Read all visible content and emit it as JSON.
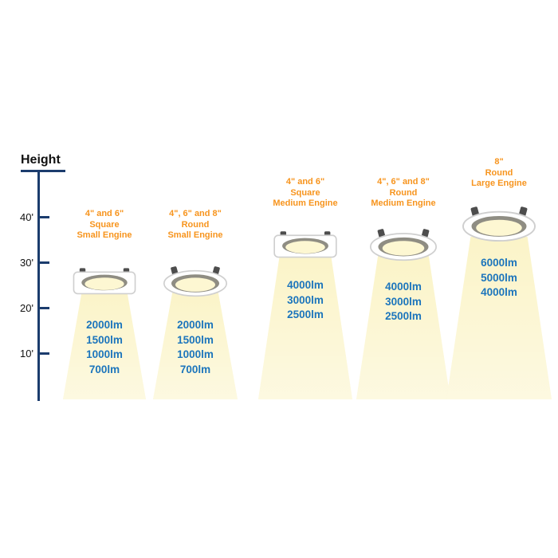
{
  "axis": {
    "title": "Height",
    "tick_labels": [
      "40'",
      "30'",
      "20'",
      "10'"
    ]
  },
  "fixtures": [
    {
      "label": [
        "4\" and 6\"",
        "Square",
        "Small Engine"
      ],
      "fixture_type": "square-downlight",
      "lumens": [
        "2000lm",
        "1500lm",
        "1000lm",
        "700lm"
      ]
    },
    {
      "label": [
        "4\", 6\" and 8\"",
        "Round",
        "Small Engine"
      ],
      "fixture_type": "round-downlight",
      "lumens": [
        "2000lm",
        "1500lm",
        "1000lm",
        "700lm"
      ]
    },
    {
      "label": [
        "4\" and 6\"",
        "Square",
        "Medium Engine"
      ],
      "fixture_type": "square-downlight",
      "lumens": [
        "4000lm",
        "3000lm",
        "2500lm"
      ]
    },
    {
      "label": [
        "4\", 6\" and 8\"",
        "Round",
        "Medium Engine"
      ],
      "fixture_type": "round-downlight",
      "lumens": [
        "4000lm",
        "3000lm",
        "2500lm"
      ]
    },
    {
      "label": [
        "8\"",
        "Round",
        "Large Engine"
      ],
      "fixture_type": "round-downlight-large",
      "lumens": [
        "6000lm",
        "5000lm",
        "4000lm"
      ]
    }
  ],
  "colors": {
    "label_orange": "#F7941D",
    "lumen_blue": "#1C75BC",
    "axis_navy": "#1B3C6D",
    "cone_yellow": "#FBF4C8"
  }
}
